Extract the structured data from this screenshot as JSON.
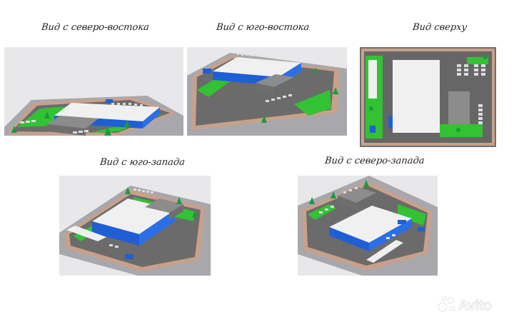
{
  "views": [
    {
      "caption": "Вид с северо-востока"
    },
    {
      "caption": "Вид с юго-востока"
    },
    {
      "caption": "Вид сверху"
    },
    {
      "caption": "Вид с юго-запада"
    },
    {
      "caption": "Вид с северо-запада"
    }
  ],
  "watermark": {
    "text": "Avito",
    "icon": "avito-logo-icon"
  },
  "colors": {
    "ground": "#6b6b6b",
    "lawn": "#33c233",
    "fence": "#c9a08a",
    "roof": "#f0f0f0",
    "facade": "#1e5fd6",
    "annex_roof": "#8c8c8c",
    "tree": "#1b9a3a"
  }
}
